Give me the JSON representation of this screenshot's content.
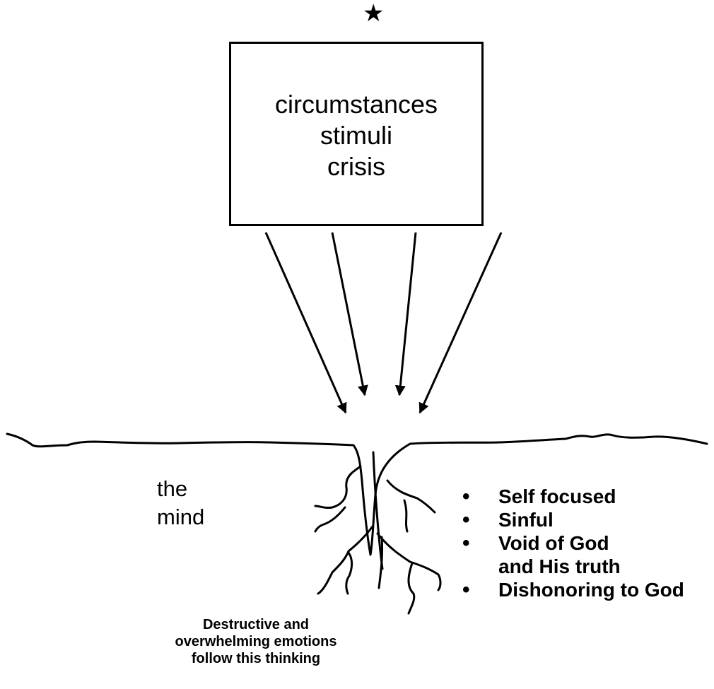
{
  "marker": "★",
  "box": {
    "lines": [
      "circumstances",
      "stimuli",
      "crisis"
    ]
  },
  "mind_label": [
    "the",
    "mind"
  ],
  "traits": [
    {
      "lines": [
        "Self focused"
      ]
    },
    {
      "lines": [
        "Sinful"
      ]
    },
    {
      "lines": [
        "Void of God",
        "and His truth"
      ]
    },
    {
      "lines": [
        "Dishonoring to God"
      ]
    }
  ],
  "caption": [
    "Destructive and",
    "overwhelming emotions",
    "follow this thinking"
  ]
}
